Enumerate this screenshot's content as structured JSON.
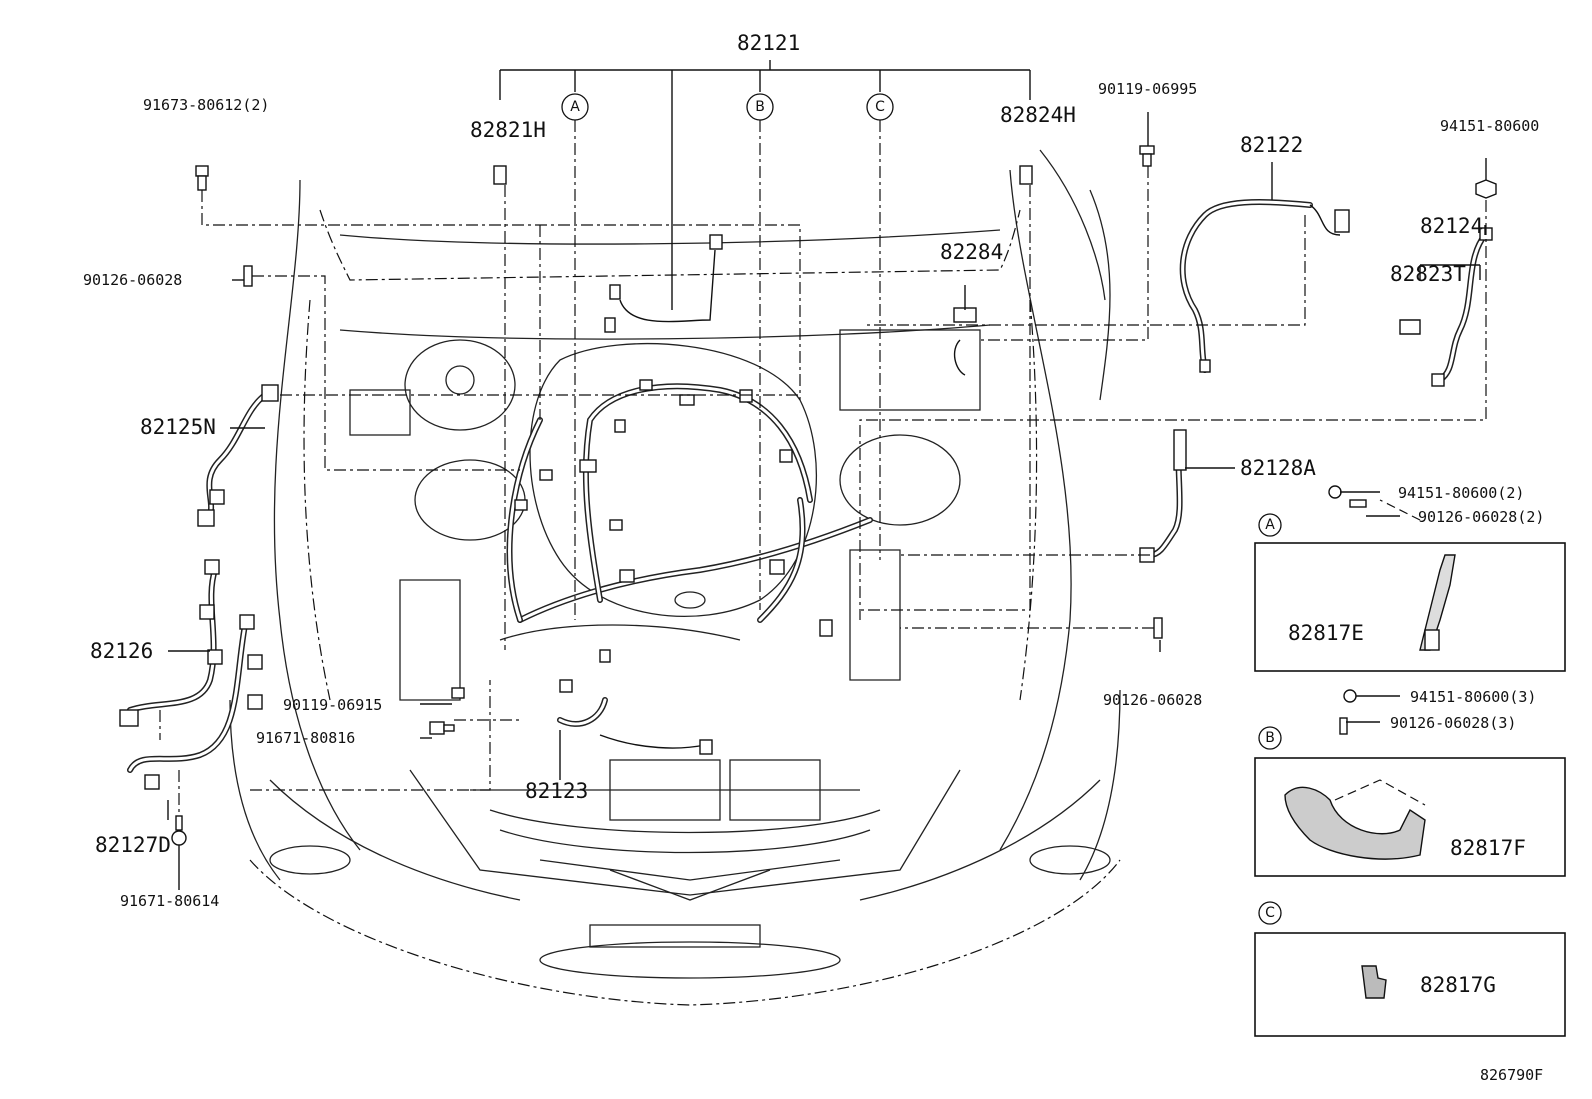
{
  "labels": {
    "harness_main": "82121",
    "harness_b": "82122",
    "harness_c": "82123",
    "harness_d": "82124",
    "harness_e": "82125N",
    "harness_f": "82126",
    "harness_g": "82127D",
    "harness_h": "82128A",
    "holder_a": "82821H",
    "holder_b": "82824H",
    "holder_c": "82823T",
    "clamp": "82284",
    "bracket_a": "82817E",
    "bracket_b": "82817F",
    "bracket_c": "82817G",
    "bolt_1": "91673-80612(2)",
    "bolt_2": "90119-06995",
    "bolt_3": "94151-80600",
    "bolt_4": "90126-06028",
    "bolt_5": "90119-06915",
    "bolt_6": "91671-80816",
    "bolt_7": "91671-80614",
    "bolt_8": "90126-06028",
    "bolt_9": "94151-80600(2)",
    "bolt_10": "90126-06028(2)",
    "bolt_11": "94151-80600(3)",
    "bolt_12": "90126-06028(3)",
    "ref_a": "A",
    "ref_b": "B",
    "ref_c": "C",
    "diagram_id": "826790F"
  }
}
